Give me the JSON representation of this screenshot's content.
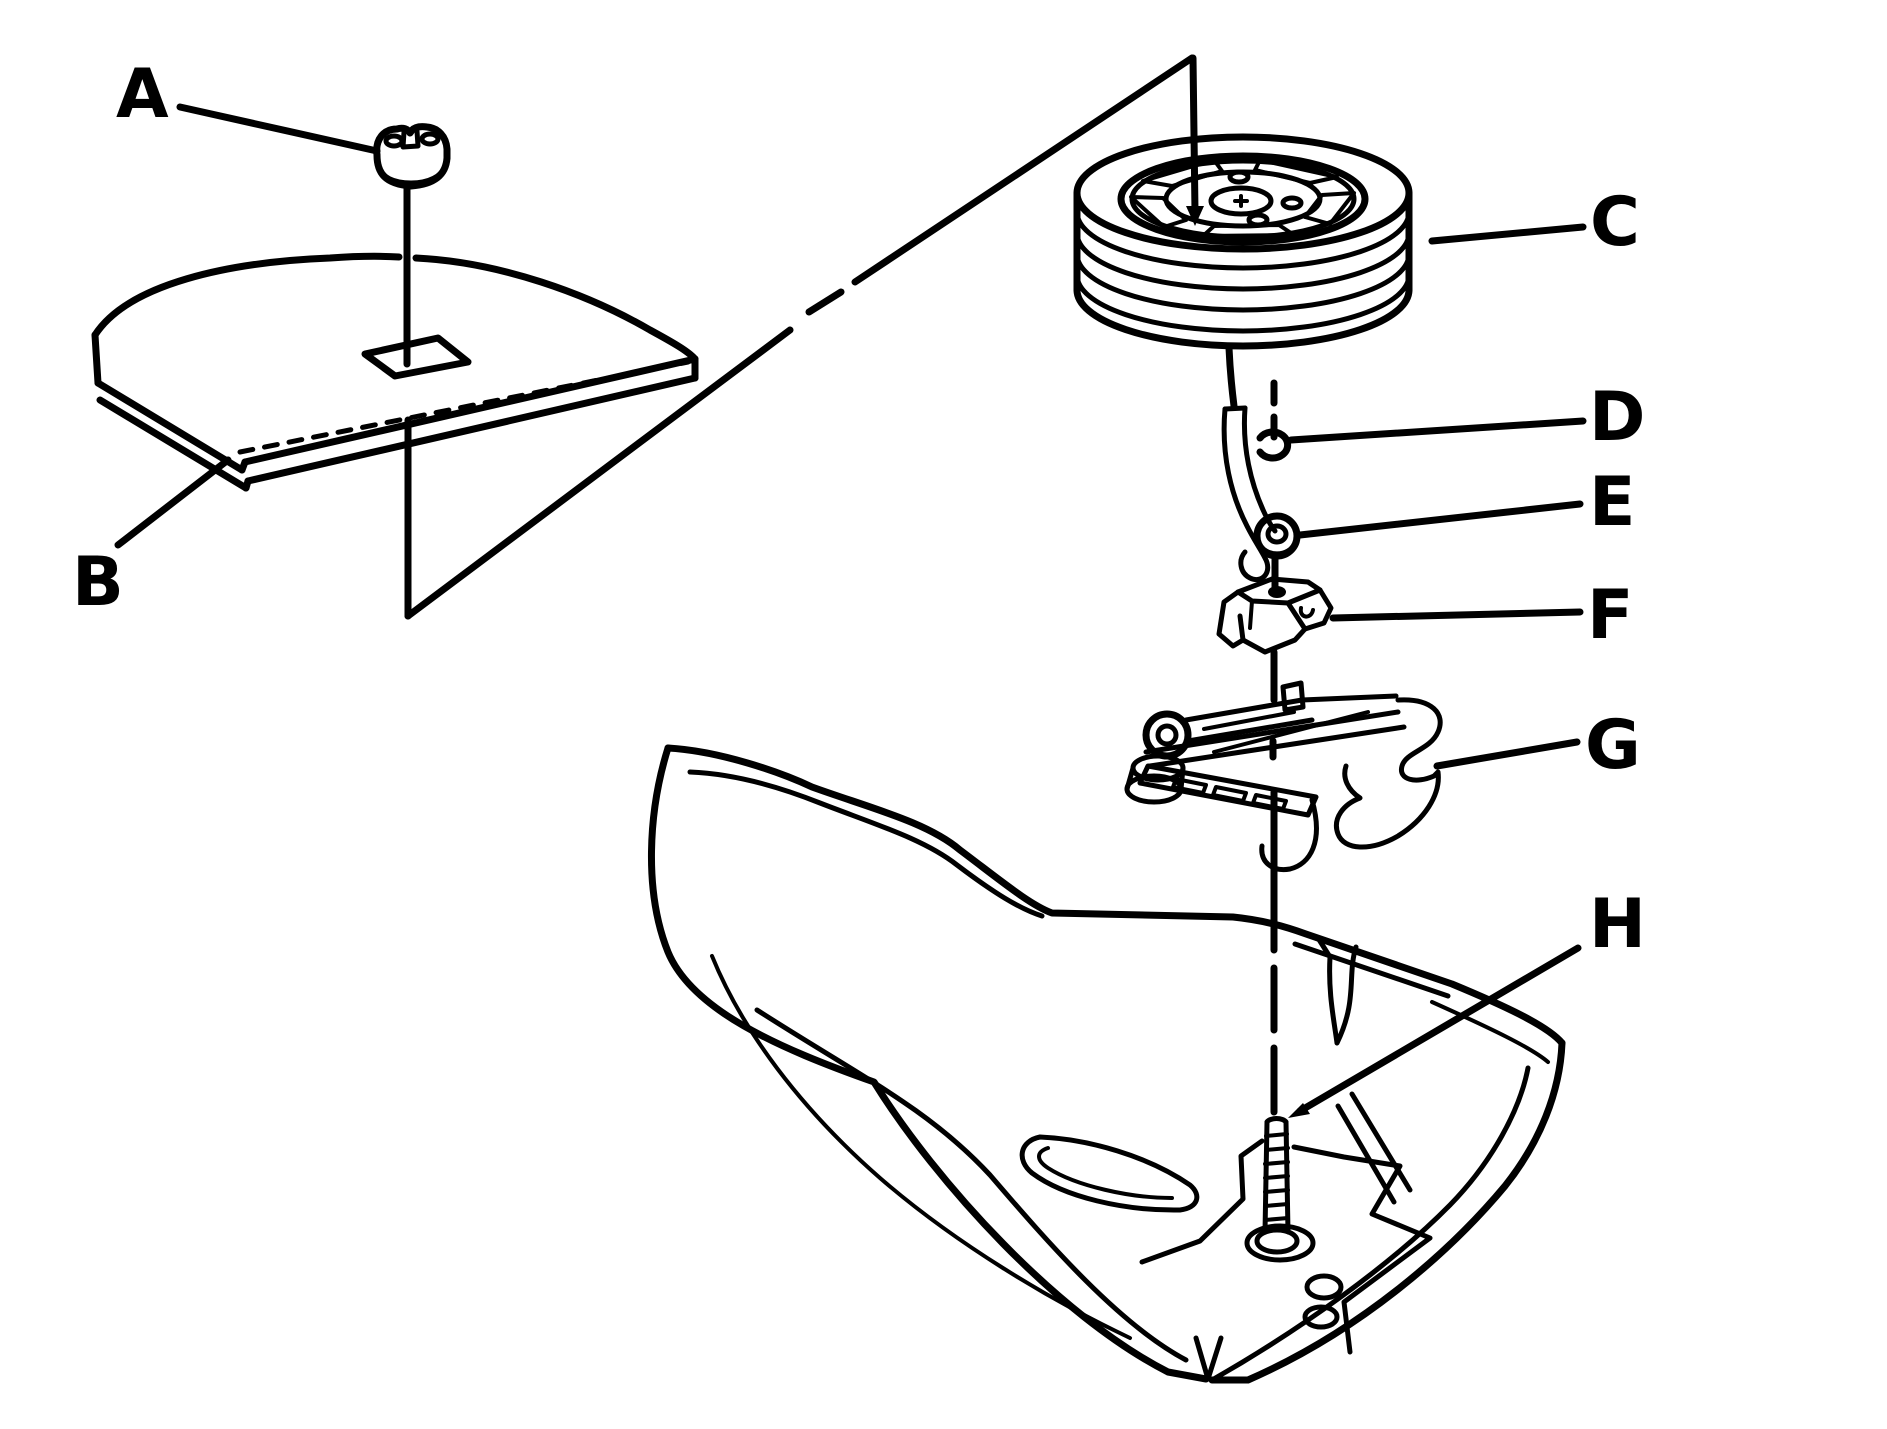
{
  "figure": {
    "type": "exploded-parts-diagram",
    "background_color": "#ffffff",
    "line_color": "#000000",
    "labels": [
      {
        "id": "A",
        "text": "A"
      },
      {
        "id": "B",
        "text": "B"
      },
      {
        "id": "C",
        "text": "C"
      },
      {
        "id": "D",
        "text": "D"
      },
      {
        "id": "E",
        "text": "E"
      },
      {
        "id": "F",
        "text": "F"
      },
      {
        "id": "G",
        "text": "G"
      },
      {
        "id": "H",
        "text": "H"
      }
    ]
  }
}
